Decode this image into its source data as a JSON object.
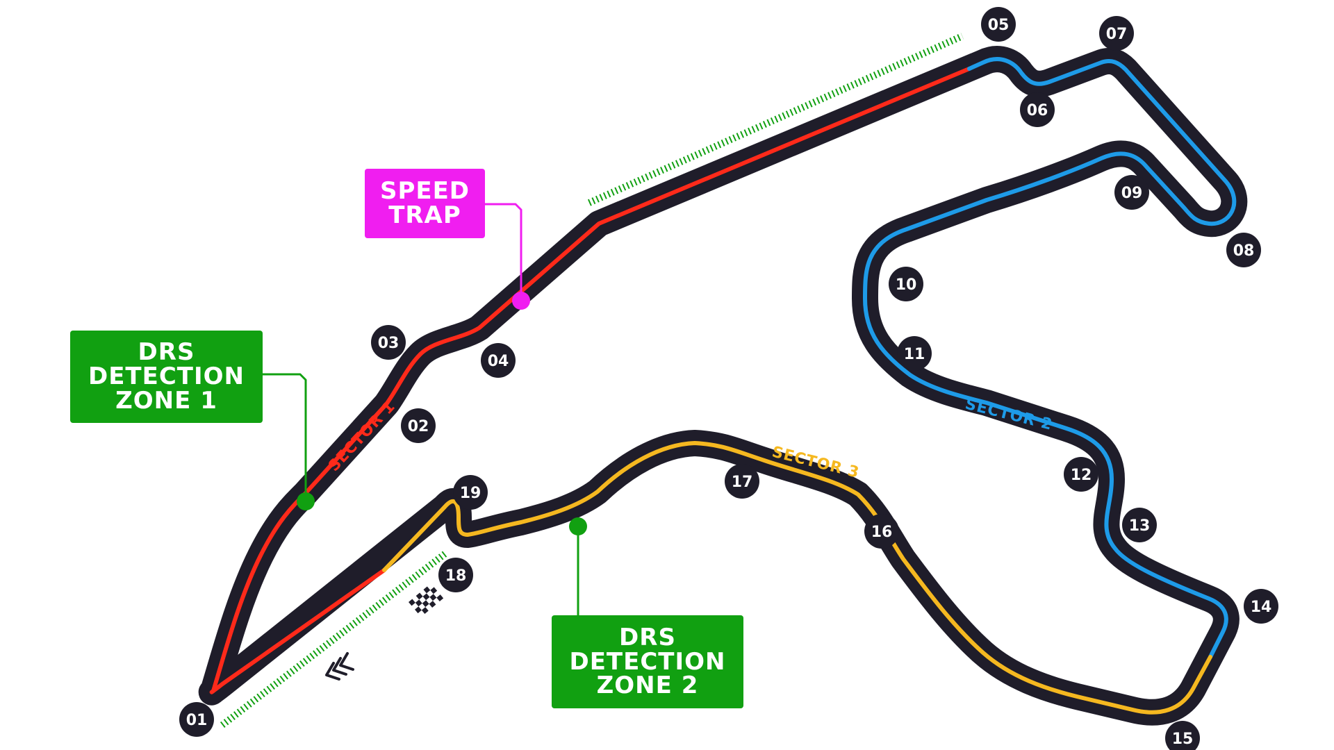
{
  "labels": {
    "drs1": [
      "DRS",
      "DETECTION",
      "ZONE 1"
    ],
    "drs2": [
      "DRS",
      "DETECTION",
      "ZONE 2"
    ],
    "speed_trap": [
      "SPEED",
      "TRAP"
    ]
  },
  "sectors": {
    "s1": "SECTOR 1",
    "s2": "SECTOR 2",
    "s3": "SECTOR 3"
  },
  "turns": [
    "01",
    "02",
    "03",
    "04",
    "05",
    "06",
    "07",
    "08",
    "09",
    "10",
    "11",
    "12",
    "13",
    "14",
    "15",
    "16",
    "17",
    "18",
    "19"
  ],
  "colors": {
    "track": "#1f1d2a",
    "sector1": "#ff2a1a",
    "sector2": "#1e9be8",
    "sector3": "#f5b820",
    "drs": "#11a011",
    "speed_trap": "#f01ef0",
    "turn_badge": "#1f1d2a"
  }
}
